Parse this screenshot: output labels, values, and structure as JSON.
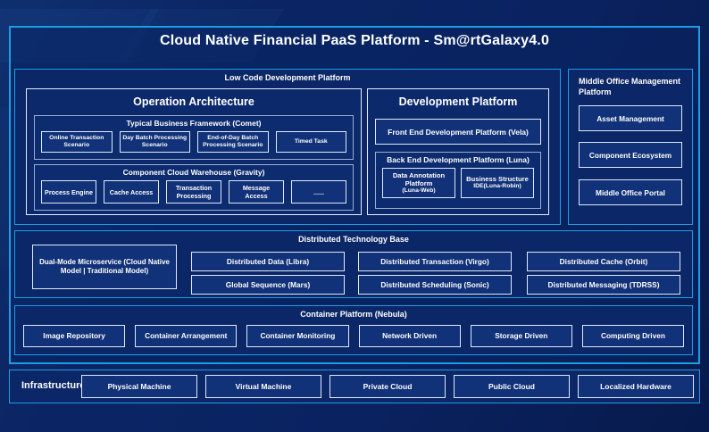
{
  "title": "Cloud Native Financial PaaS Platform - Sm@rtGalaxy4.0",
  "colors": {
    "background": "#0a2260",
    "frame_border": "#1e9ce4",
    "panel_fill": "#0b2767",
    "leaf_fill": "#113178",
    "leaf_border": "#dfe9f9",
    "group_border": "#9aadd0",
    "text": "#ffffff"
  },
  "low_code": {
    "label": "Low Code Development Platform",
    "operation": {
      "title": "Operation Architecture",
      "comet": {
        "label": "Typical Business Framework (Comet)",
        "items": [
          "Online Transaction Scenario",
          "Day Batch Processing Scenario",
          "End-of-Day Batch Processing Scenario",
          "Timed Task"
        ]
      },
      "gravity": {
        "label": "Component Cloud Warehouse (Gravity)",
        "items": [
          "Process Engine",
          "Cache Access",
          "Transaction Processing",
          "Message Access",
          "......"
        ]
      }
    },
    "development": {
      "title": "Development Platform",
      "front_end": "Front End Development Platform (Vela)",
      "back_end": {
        "label": "Back End Development Platform (Luna)",
        "items": [
          {
            "line1": "Data Annotation Platform",
            "line2": "(Luna-Web)"
          },
          {
            "line1": "Business Structure",
            "line2": "IDE(Luna-Robin)"
          }
        ]
      }
    }
  },
  "middle_office": {
    "label": "Middle Office Management Platform",
    "items": [
      "Asset Management",
      "Component Ecosystem",
      "Middle Office Portal"
    ]
  },
  "distributed": {
    "label": "Distributed Technology Base",
    "dual_mode": "Dual-Mode Microservice (Cloud Native Model | Traditional Model)",
    "grid": [
      [
        "Distributed Data (Libra)",
        "Distributed Transaction (Virgo)",
        "Distributed Cache (Orbit)"
      ],
      [
        "Global Sequence (Mars)",
        "Distributed Scheduling (Sonic)",
        "Distributed Messaging (TDRSS)"
      ]
    ]
  },
  "container_platform": {
    "label": "Container Platform (Nebula)",
    "items": [
      "Image Repository",
      "Container Arrangement",
      "Container Monitoring",
      "Network Driven",
      "Storage Driven",
      "Computing Driven"
    ]
  },
  "infrastructure": {
    "label": "Infrastructure",
    "items": [
      "Physical Machine",
      "Virtual Machine",
      "Private Cloud",
      "Public Cloud",
      "Localized Hardware"
    ]
  }
}
